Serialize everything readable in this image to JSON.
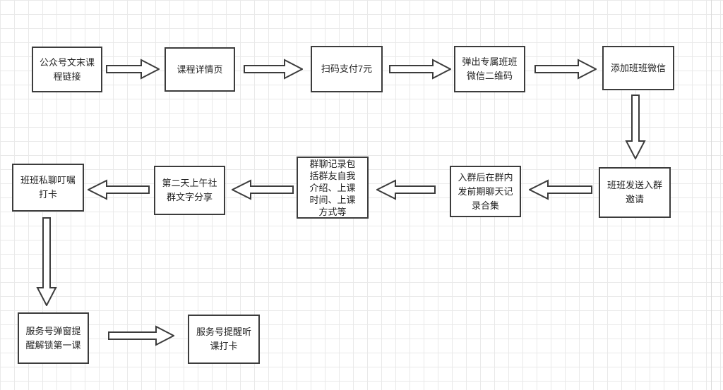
{
  "colors": {
    "background": "#ffffff",
    "grid_line": "#e9e9e9",
    "node_fill": "#ffffff",
    "node_border": "#3c3c3c",
    "text": "#222222"
  },
  "diagram": {
    "type": "flowchart",
    "nodes": [
      {
        "label": "公众号文末课程链接"
      },
      {
        "label": "课程详情页"
      },
      {
        "label": "扫码支付7元"
      },
      {
        "label": "弹出专属班班微信二维码"
      },
      {
        "label": "添加班班微信"
      },
      {
        "label": "班班发送入群邀请"
      },
      {
        "label": "入群后在群内发前期聊天记录合集"
      },
      {
        "label": "群聊记录包括群友自我介绍、上课时间、上课方式等"
      },
      {
        "label": "第二天上午社群文字分享"
      },
      {
        "label": "班班私聊叮嘱打卡"
      },
      {
        "label": "服务号弹窗提醒解锁第一课"
      },
      {
        "label": "服务号提醒听课打卡"
      }
    ],
    "edges": [
      {
        "from": 0,
        "to": 1,
        "direction": "right"
      },
      {
        "from": 1,
        "to": 2,
        "direction": "right"
      },
      {
        "from": 2,
        "to": 3,
        "direction": "right"
      },
      {
        "from": 3,
        "to": 4,
        "direction": "right"
      },
      {
        "from": 4,
        "to": 5,
        "direction": "down"
      },
      {
        "from": 5,
        "to": 6,
        "direction": "left"
      },
      {
        "from": 6,
        "to": 7,
        "direction": "left"
      },
      {
        "from": 7,
        "to": 8,
        "direction": "left"
      },
      {
        "from": 8,
        "to": 9,
        "direction": "left"
      },
      {
        "from": 9,
        "to": 10,
        "direction": "down"
      },
      {
        "from": 10,
        "to": 11,
        "direction": "right"
      }
    ]
  }
}
